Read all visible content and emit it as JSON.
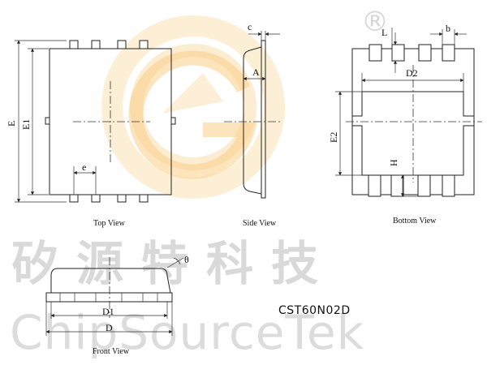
{
  "labels": {
    "E": "E",
    "E1": "E1",
    "e": "e",
    "c": "c",
    "A": "A",
    "L": "L",
    "b": "b",
    "D2": "D2",
    "E2": "E2",
    "H": "H",
    "theta": "θ",
    "D1": "D1",
    "D": "D"
  },
  "captions": {
    "top_view": "Top View",
    "side_view": "Side View",
    "bottom_view": "Bottom View",
    "front_view": "Front View"
  },
  "part_number": "CST60N02D",
  "watermark": {
    "cn": "矽源特科技",
    "en": "ChipSourceTek",
    "reg": "®"
  },
  "colors": {
    "line": "#222222",
    "watermark_gray": "#d9d9d9",
    "logo_orange": "#f5a623",
    "logo_cream": "#fbe3b3"
  }
}
